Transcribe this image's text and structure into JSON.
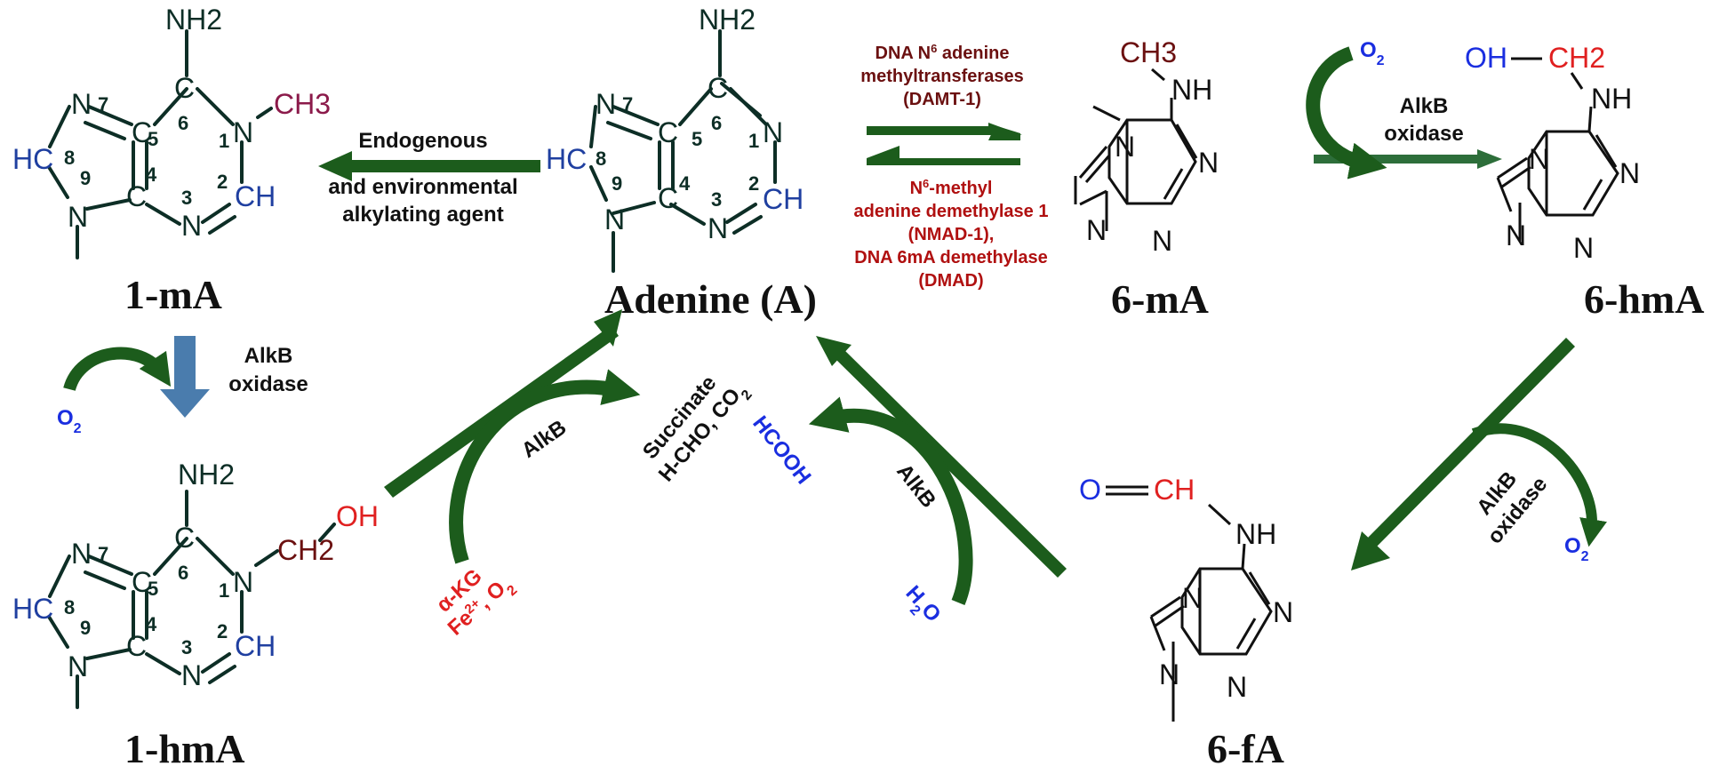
{
  "colors": {
    "arrow_green": "#1c5c1c",
    "arrow_blue": "#4a7cad",
    "ring_atom": "#0d2e26",
    "hc_blue": "#1f3fa0",
    "methyl_maroon": "#8b1a4a",
    "red": "#e02020",
    "blue": "#1a2ee0",
    "dark_red": "#a01010",
    "maroon": "#6b1010"
  },
  "molecules": {
    "one_ma": {
      "name": "1-mA",
      "amino": "NH2",
      "methyl": "CH3"
    },
    "adenine": {
      "name": "Adenine (A)",
      "amino": "NH2"
    },
    "one_hma": {
      "name": "1-hmA",
      "amino": "NH2",
      "ch2": "CH2",
      "oh": "OH"
    },
    "six_ma": {
      "name": "6-mA",
      "methyl": "CH3",
      "nh": "NH"
    },
    "six_hma": {
      "name": "6-hmA",
      "oh": "OH",
      "ch2": "CH2",
      "nh": "NH"
    },
    "six_fa": {
      "name": "6-fA",
      "o": "O",
      "ch": "CH",
      "nh": "NH"
    }
  },
  "ring_atoms": {
    "N": "N",
    "C": "C",
    "HC": "HC",
    "CH": "CH",
    "nums": [
      "1",
      "2",
      "3",
      "4",
      "5",
      "6",
      "7",
      "8",
      "9"
    ]
  },
  "labels": {
    "endogenous_line1": "Endogenous",
    "endogenous_line2": "and environmental",
    "endogenous_line3": "alkylating agent",
    "damt_line1": "DNA N",
    "damt_sup": "6",
    "damt_line1b": " adenine",
    "damt_line2": "methyltransferases",
    "damt_line3": "(DAMT-1)",
    "nmad_line1": "N",
    "nmad_sup": "6",
    "nmad_line1b": "-methyl",
    "nmad_line2": "adenine demethylase 1",
    "nmad_line3": "(NMAD-1),",
    "nmad_line4": "DNA 6mA demethylase",
    "nmad_line5": "(DMAD)",
    "alkb": "AlkB",
    "oxidase": "oxidase",
    "o2": "O",
    "o2_sub": "2",
    "succinate": "Succinate",
    "hcho_co2": "H-CHO, CO",
    "co2_sub": "2",
    "hcooh": "HCOOH",
    "h2o_h": "H",
    "h2o_sub": "2",
    "h2o_o": "O",
    "akg": "α-KG",
    "fe": "Fe",
    "fe_sup": "2+",
    "fe_o2": ", O",
    "fe_o2_sub": "2"
  }
}
